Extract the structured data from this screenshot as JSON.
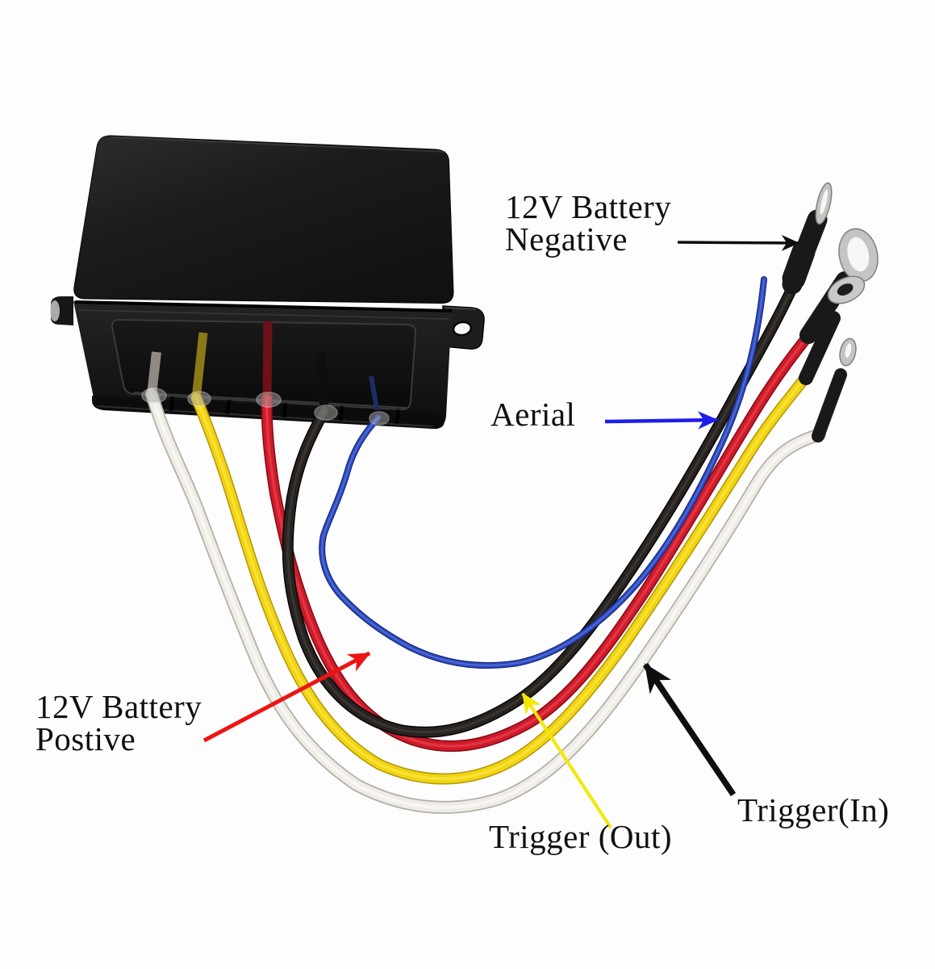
{
  "image_type": "annotated wiring product photo",
  "background_color": "#fdfdfd",
  "module": {
    "name": "12V relay control module (black plastic box with mounting tabs)",
    "body_color": "#1e1e1e"
  },
  "wires": {
    "white": {
      "core": "#efece6",
      "edge": "#b3afa6",
      "shade": "#ffffff",
      "function": "Trigger (In)"
    },
    "yellow": {
      "core": "#f1d411",
      "edge": "#b1950a",
      "shade": "#ffe94d",
      "function": "Trigger (Out)"
    },
    "red": {
      "core": "#d01a29",
      "edge": "#7e0c16",
      "shade": "#f0515e",
      "function": "12V Battery Postive"
    },
    "black": {
      "core": "#272320",
      "edge": "#050505",
      "shade": "#544c44",
      "function": "12V Battery Negative"
    },
    "blue": {
      "core": "#2a48c0",
      "edge": "#16246b",
      "shade": "#6a84e0",
      "function": "Aerial"
    }
  },
  "terminals": {
    "silver": "#c4c4c2",
    "rim": "#7f7f7d",
    "hole": "#f7f7f5",
    "heat_shrink": "#19181b"
  },
  "annotations": {
    "battery_negative": {
      "line1": "12V Battery",
      "line2": "Negative",
      "arrow_color": "#0e0e0e"
    },
    "aerial": {
      "text": "Aerial",
      "arrow_color": "#1d1dee"
    },
    "battery_positive": {
      "line1": "12V Battery",
      "line2": "Postive",
      "arrow_color": "#ee1414"
    },
    "trigger_out": {
      "text": "Trigger (Out)",
      "arrow_color": "#f2e800"
    },
    "trigger_in": {
      "text": "Trigger(In)",
      "arrow_color": "#0e0e0e"
    }
  }
}
